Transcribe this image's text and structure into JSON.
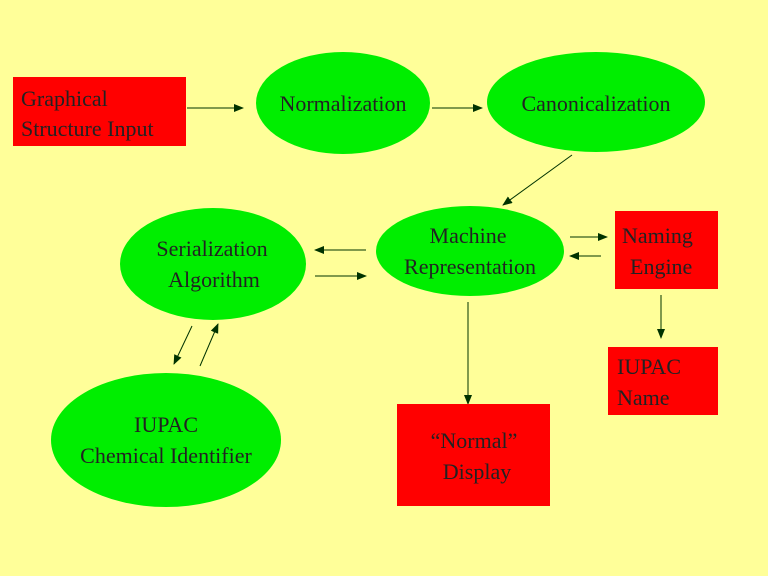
{
  "colors": {
    "background": "#ffff99",
    "rect_fill": "#ff0000",
    "ellipse_fill": "#00ee00",
    "arrow": "#003300",
    "text": "#222222"
  },
  "nodes": {
    "graphical_input": {
      "lines": [
        "Graphical",
        "Structure Input"
      ],
      "shape": "rect"
    },
    "normalization": {
      "lines": [
        "Normalization"
      ],
      "shape": "ellipse"
    },
    "canonicalization": {
      "lines": [
        "Canonicalization"
      ],
      "shape": "ellipse"
    },
    "machine_rep": {
      "lines": [
        "Machine",
        "Representation"
      ],
      "shape": "ellipse"
    },
    "serialization": {
      "lines": [
        "Serialization",
        "Algorithm"
      ],
      "shape": "ellipse"
    },
    "naming_engine": {
      "lines": [
        "Naming",
        "Engine"
      ],
      "shape": "rect"
    },
    "iupac_name": {
      "lines": [
        "IUPAC",
        "Name"
      ],
      "shape": "rect"
    },
    "iupac_identifier": {
      "lines": [
        "IUPAC",
        "Chemical Identifier"
      ],
      "shape": "ellipse"
    },
    "normal_display": {
      "lines": [
        "“Normal”",
        "Display"
      ],
      "shape": "rect"
    }
  }
}
